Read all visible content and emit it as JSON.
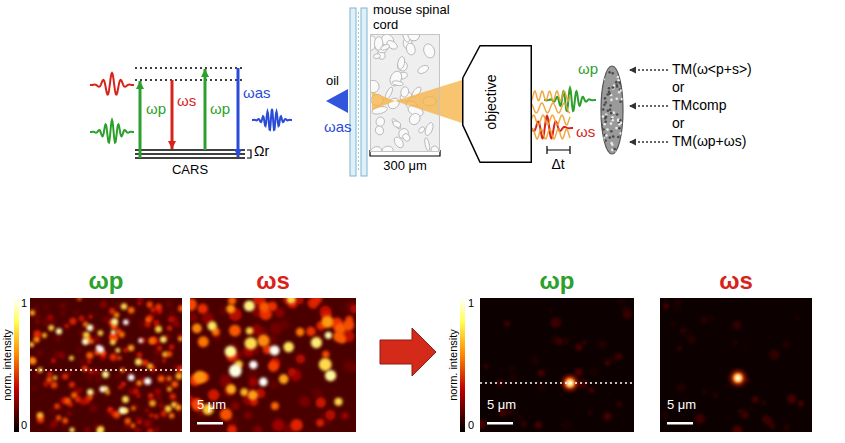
{
  "diagram": {
    "nodes": [
      {
        "text": [
          "mouse spinal cord"
        ]
      },
      {
        "text": [
          "objective"
        ]
      },
      {
        "text": [
          "ωp"
        ]
      },
      {
        "text": [
          "ωs",
          "5 μm"
        ]
      },
      {
        "text": [
          "ωp",
          "5 μm"
        ]
      },
      {
        "text": [
          "ωs",
          "5 μm"
        ]
      }
    ],
    "labels": [
      "ωp",
      "ωs",
      "ωp",
      "ωas",
      "Ωr",
      "CARS",
      "oil",
      "ωas",
      "300 μm",
      "ωp",
      "ωs",
      "Δt",
      "TM(ω<p+s>)",
      "or",
      "TMcomp",
      "or",
      "TM(ωp+ωs)",
      "norm. intensity",
      "1",
      "0",
      "norm. intensity",
      "1",
      "0"
    ]
  }
}
